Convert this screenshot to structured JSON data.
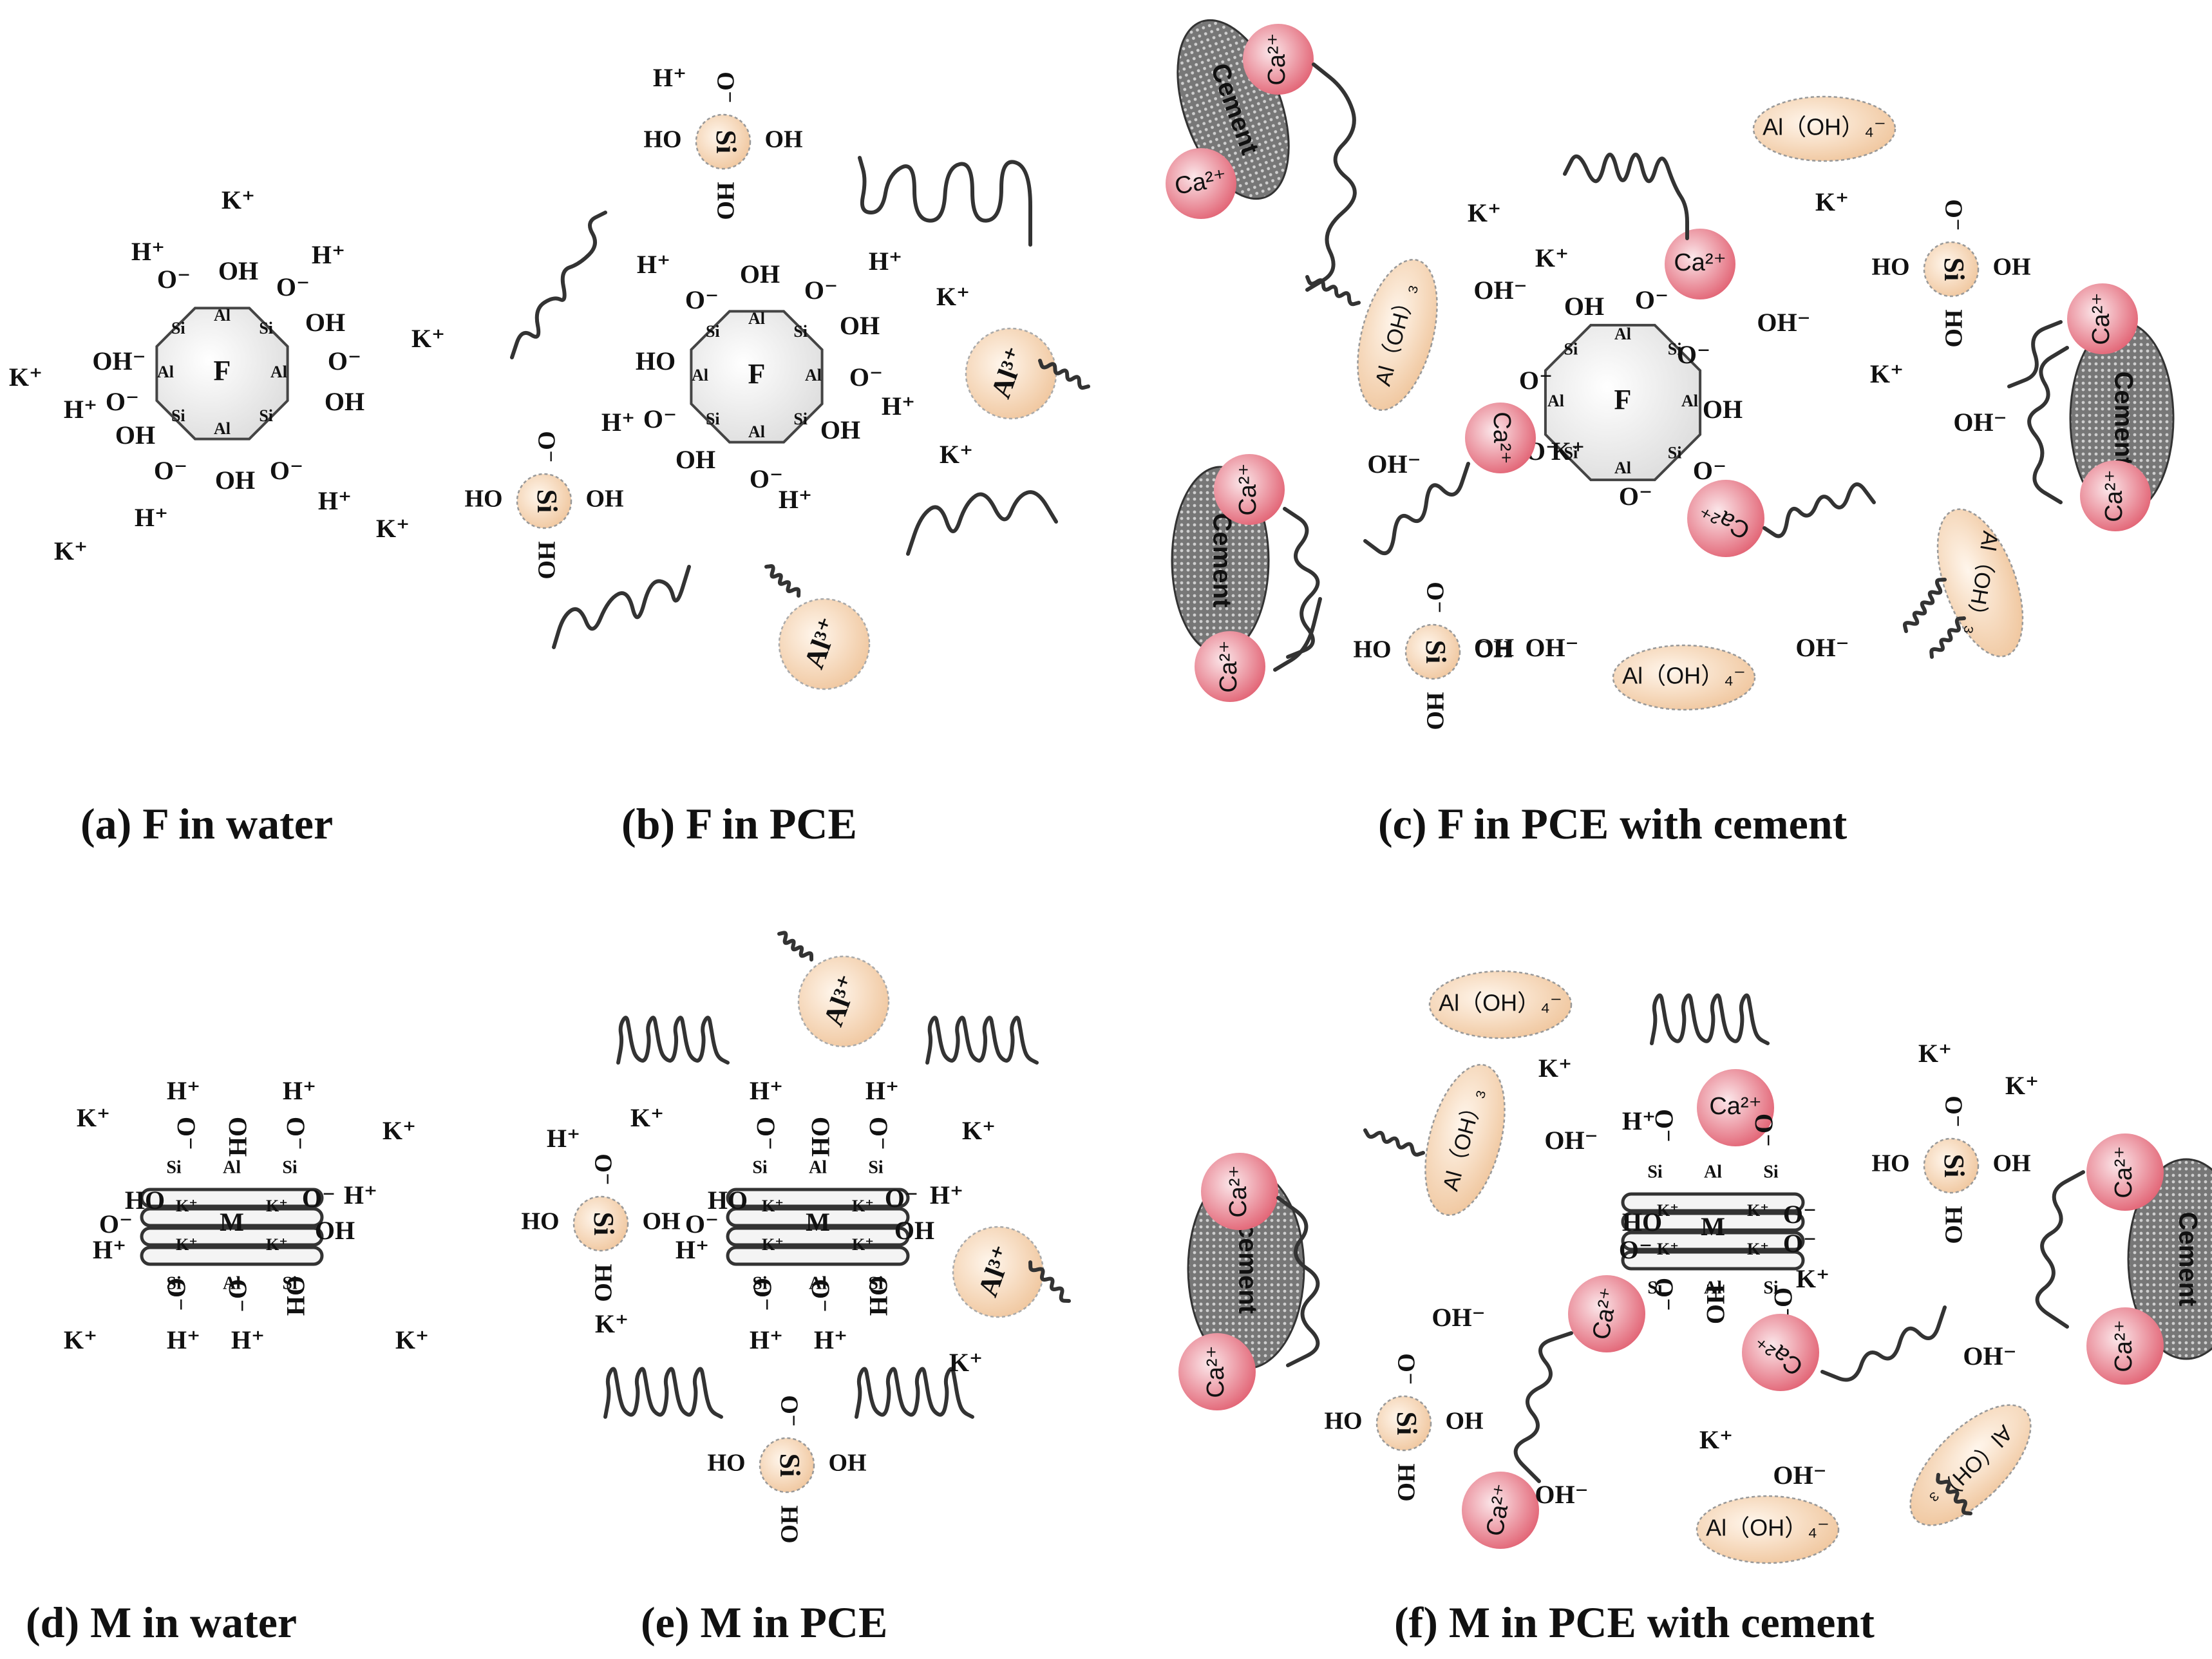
{
  "captions": {
    "a": "(a) F  in water",
    "b": "(b) F  in PCE",
    "c": "(c) F  in PCE with cement",
    "d": "(d) M  in water",
    "e": "(e) M  in PCE",
    "f": "(f) M  in PCE with cement"
  },
  "labels": {
    "F": "F",
    "M": "M",
    "Al": "Al",
    "Si": "Si",
    "Si_big": "Si",
    "Kp": "K⁺",
    "Hp": "H⁺",
    "Om": "O⁻",
    "OH": "OH",
    "HO": "HO",
    "OHm": "OH⁻",
    "Ca": "Ca²⁺",
    "Al3": "Al³⁺",
    "AlOH4": "Al（OH）₄⁻",
    "AlOH3": "Al（OH）₃",
    "Cement": "Cement",
    "cement_lower": "cement"
  },
  "colors": {
    "peach": "#f6dcc4",
    "pink": "#e8707e",
    "cement": "#6a6a6a",
    "octagon": "#f0f0f0"
  }
}
